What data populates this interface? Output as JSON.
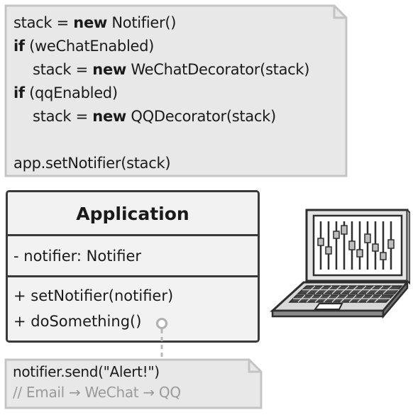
{
  "top_note": {
    "lines": [
      {
        "indent": "",
        "parts": [
          {
            "t": "stack = ",
            "kw": false
          },
          {
            "t": "new",
            "kw": true
          },
          {
            "t": " Notifier()",
            "kw": false
          }
        ]
      },
      {
        "indent": "",
        "parts": [
          {
            "t": "if",
            "kw": true
          },
          {
            "t": " (weChatEnabled)",
            "kw": false
          }
        ]
      },
      {
        "indent": "   ",
        "parts": [
          {
            "t": "stack = ",
            "kw": false
          },
          {
            "t": "new",
            "kw": true
          },
          {
            "t": " WeChatDecorator(stack)",
            "kw": false
          }
        ]
      },
      {
        "indent": "",
        "parts": [
          {
            "t": "if",
            "kw": true
          },
          {
            "t": " (qqEnabled)",
            "kw": false
          }
        ]
      },
      {
        "indent": "   ",
        "parts": [
          {
            "t": "stack = ",
            "kw": false
          },
          {
            "t": "new",
            "kw": true
          },
          {
            "t": " QQDecorator(stack)",
            "kw": false
          }
        ]
      },
      {
        "indent": "",
        "parts": [
          {
            "t": "",
            "kw": false
          }
        ]
      },
      {
        "indent": "",
        "parts": [
          {
            "t": "app.setNotifier(stack)",
            "kw": false
          }
        ]
      }
    ]
  },
  "class_box": {
    "name": "Application",
    "fields": [
      "- notifier: Notifier"
    ],
    "methods": [
      "+ setNotifier(notifier)",
      "+ doSomething()"
    ]
  },
  "bottom_note": {
    "code": "notifier.send(\"Alert!\")",
    "comment": "// Email → WeChat → QQ"
  },
  "colors": {
    "note_fill": "#e8e8e8",
    "note_stroke": "#c4c4c4",
    "box_stroke": "#3a3a3a",
    "comment": "#9a9a9a"
  },
  "icons": {
    "laptop": "laptop-icon"
  }
}
